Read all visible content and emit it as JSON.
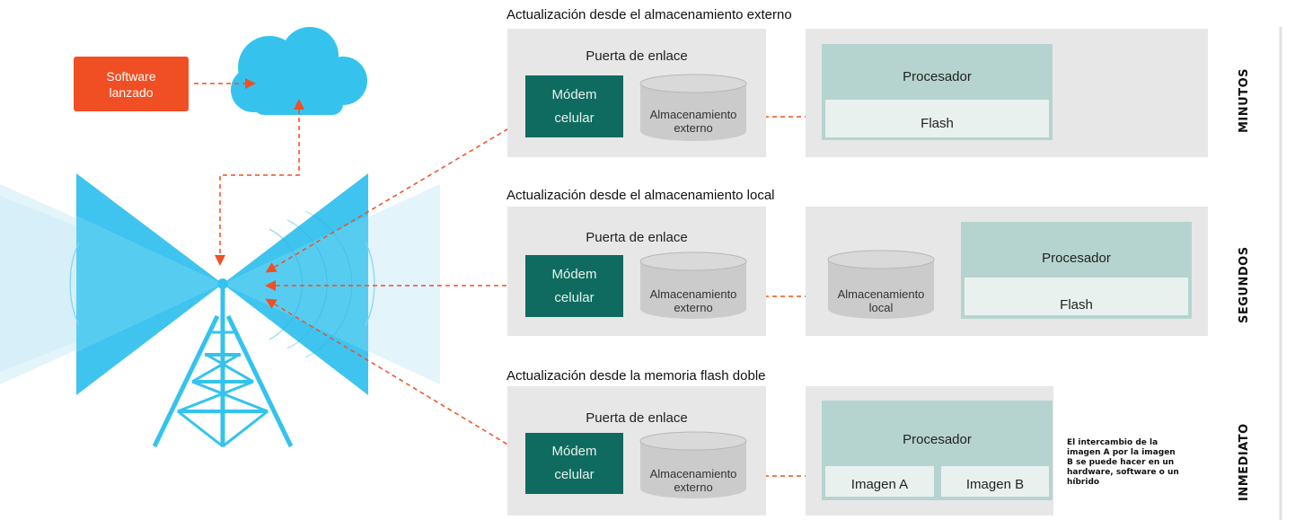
{
  "software": {
    "line1": "Software",
    "line2": "lanzado"
  },
  "sections": [
    {
      "title": "Actualización desde el almacenamiento externo",
      "side": "MINUTOS"
    },
    {
      "title": "Actualización desde el almacenamiento local",
      "side": "SEGUNDOS"
    },
    {
      "title": "Actualización desde la memoria flash doble",
      "side": "INMEDIATO"
    }
  ],
  "gateway_label": "Puerta de enlace",
  "modem": {
    "line1": "Módem",
    "line2": "celular"
  },
  "ext_storage": {
    "line1": "Almacenamiento",
    "line2": "externo"
  },
  "local_storage": {
    "line1": "Almacenamiento",
    "line2": "local"
  },
  "processor_label": "Procesador",
  "flash_label": "Flash",
  "image_a": "Imagen A",
  "image_b": "Imagen B",
  "note": "El intercambio de la imagen A por la imagen B se puede hacer en un hardware, software o un híbrido",
  "colors": {
    "accent": "#f04e23",
    "modem": "#0f6b5f",
    "processor": "#b6d4cf",
    "panel": "#e7e7e8",
    "tower": "#35c3ee"
  }
}
